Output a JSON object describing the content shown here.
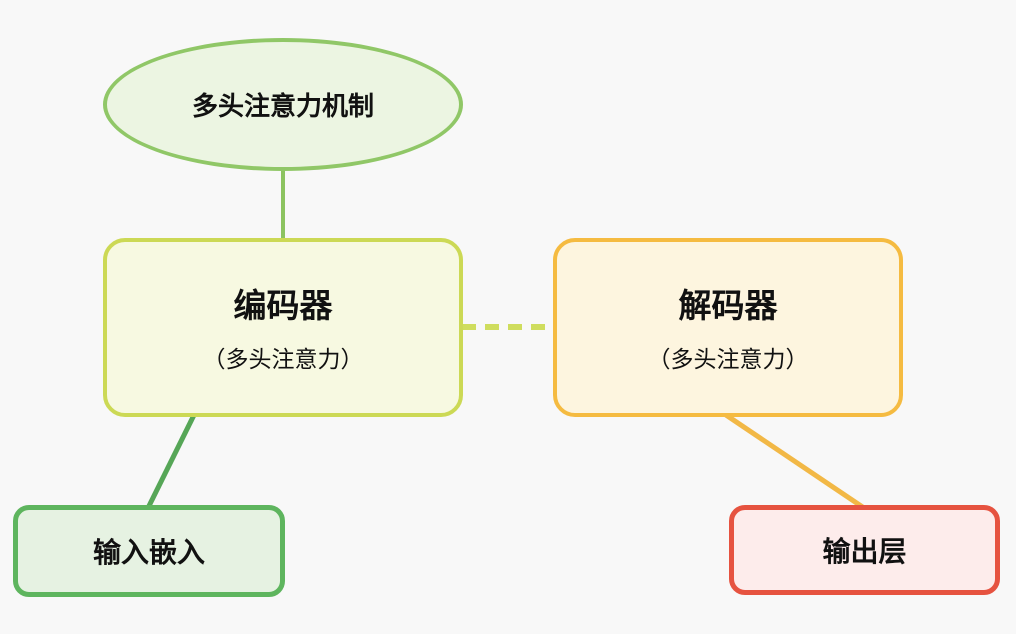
{
  "canvas": {
    "background": "#f8f8f8"
  },
  "nodes": {
    "attention": {
      "label": "多头注意力机制",
      "fill": "#ecf5e2",
      "border": "#90c767",
      "shape": "ellipse"
    },
    "encoder": {
      "title": "编码器",
      "subtitle": "（多头注意力）",
      "fill": "#f7f9e1",
      "border": "#ccd955",
      "shape": "rounded-rect"
    },
    "decoder": {
      "title": "解码器",
      "subtitle": "（多头注意力）",
      "fill": "#fdf5df",
      "border": "#f5bb41",
      "shape": "rounded-rect"
    },
    "input_embedding": {
      "label": "输入嵌入",
      "fill": "#e6f2e2",
      "border": "#5eb55e",
      "shape": "rounded-rect"
    },
    "output_layer": {
      "label": "输出层",
      "fill": "#fdeceb",
      "border": "#e65340",
      "shape": "rounded-rect"
    }
  },
  "edges": [
    {
      "from": "attention",
      "to": "encoder",
      "style": "solid",
      "color": "#8cc360"
    },
    {
      "from": "encoder",
      "to": "decoder",
      "style": "dashed",
      "color": "#cfdd5e"
    },
    {
      "from": "encoder",
      "to": "input_embedding",
      "style": "solid",
      "color": "#56a657"
    },
    {
      "from": "decoder",
      "to": "output_layer",
      "style": "solid",
      "color": "#f2b846"
    }
  ]
}
